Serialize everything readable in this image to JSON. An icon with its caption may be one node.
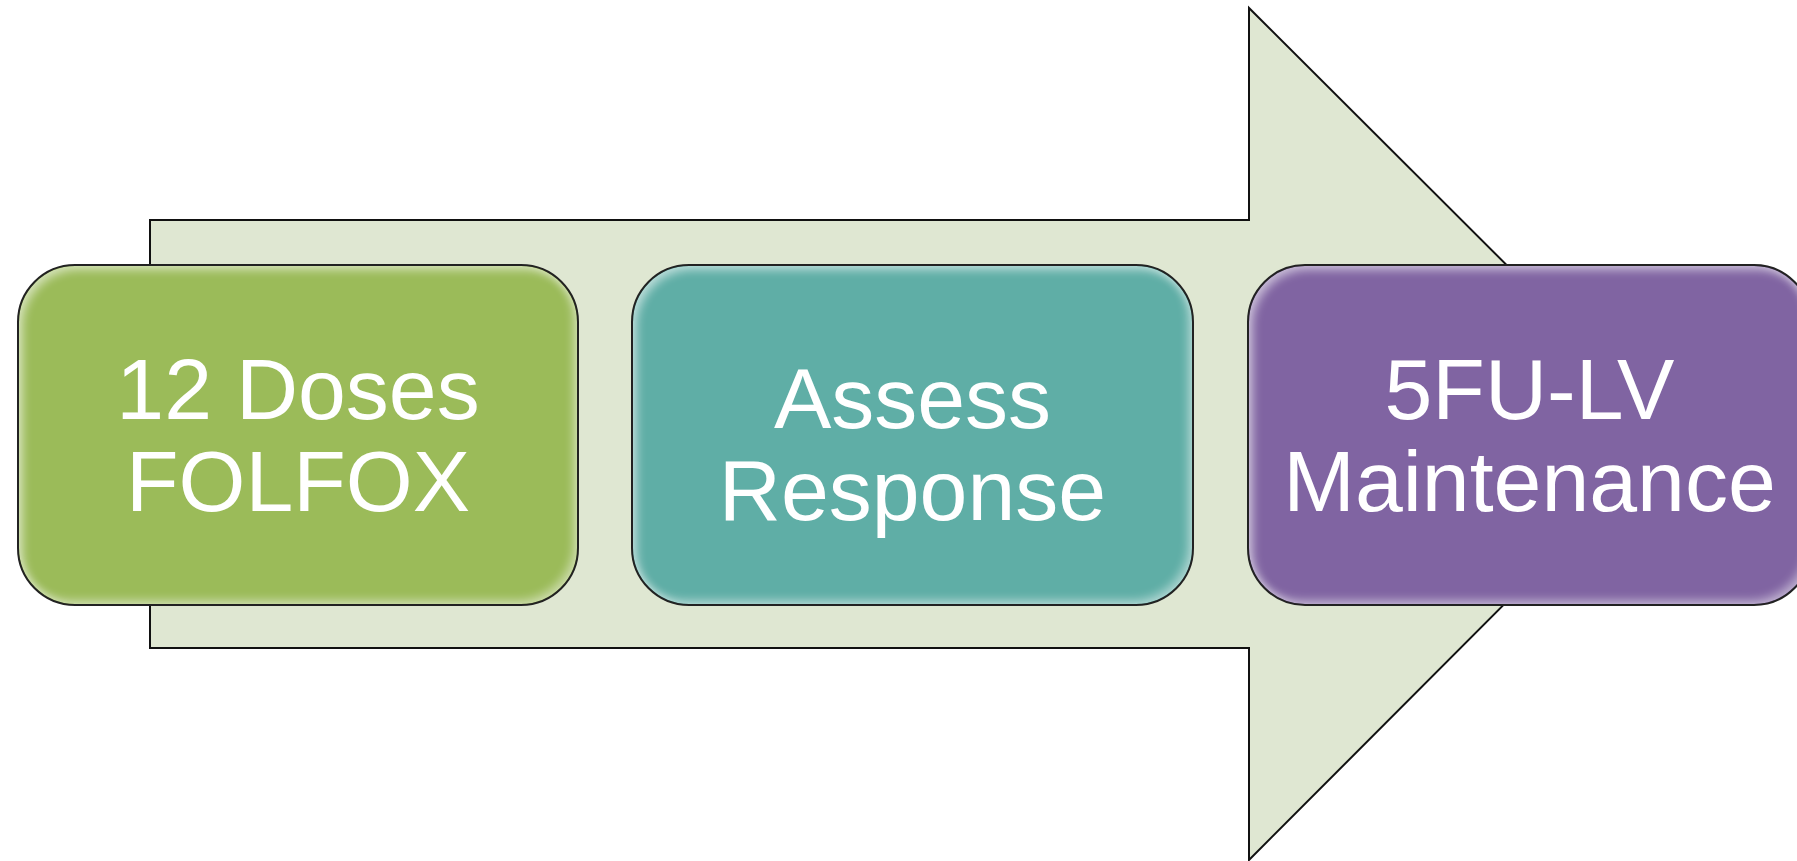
{
  "diagram": {
    "nodes": [
      {
        "text": [
          "12 Doses FOLFOX"
        ]
      },
      {
        "text": [
          "Assess Response"
        ]
      },
      {
        "text": [
          "5FU-LV Maintenance"
        ]
      }
    ],
    "edges": [
      {
        "from": 0,
        "to": 2,
        "arrow": "to"
      }
    ]
  }
}
